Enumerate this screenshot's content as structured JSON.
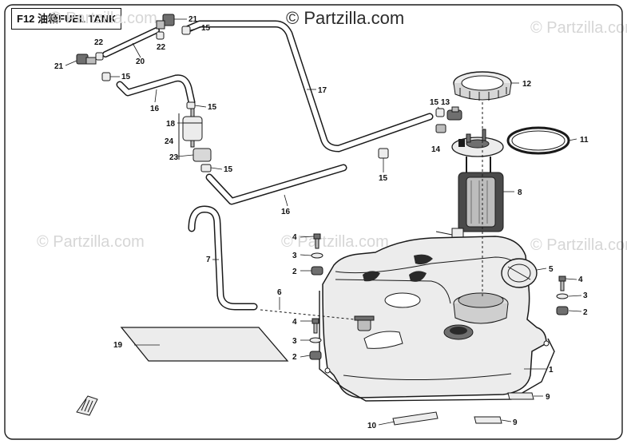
{
  "diagram": {
    "title": "F12  油箱FUEL TANK",
    "watermark_text": "© Partzilla.com",
    "colors": {
      "line": "#1a1a1a",
      "fill_light": "#ececec",
      "fill_mid": "#bdbdbd",
      "fill_dark": "#6f6f6f"
    },
    "callouts": [
      "1",
      "2",
      "3",
      "4",
      "5",
      "6",
      "7",
      "8",
      "9",
      "10",
      "11",
      "12",
      "13",
      "14",
      "15",
      "16",
      "17",
      "18",
      "19",
      "20",
      "21",
      "22",
      "23",
      "24"
    ]
  }
}
